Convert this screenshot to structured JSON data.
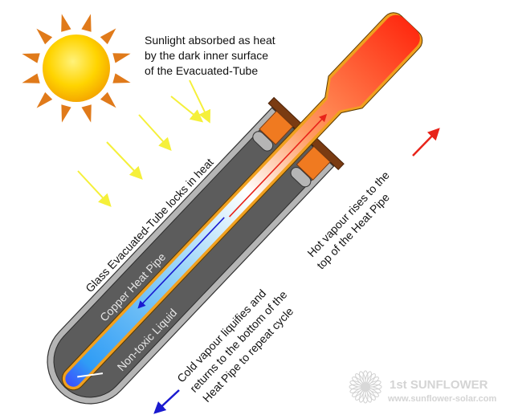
{
  "sun_caption": [
    "Sunlight absorbed as heat",
    "by the dark inner surface",
    "of the Evacuated-Tube"
  ],
  "labels": {
    "glass_tube": "Glass Evacuated-Tube locks in heat",
    "copper_pipe": "Copper Heat Pipe",
    "liquid": "Non-toxic Liquid",
    "hot_vapour": [
      "Hot vapour rises to the",
      "top of the Heat Pipe"
    ],
    "cold_vapour": [
      "Cold vapour liquifies and",
      "returns to the bottom of the",
      "Heat Pipe to repeat cycle"
    ]
  },
  "logo": {
    "brand": "1st SUNFLOWER",
    "url": "www.sunflower-solar.com"
  },
  "colors": {
    "sun": "#ffd400",
    "ray": "#e07a1a",
    "glass": "#b5b5b5",
    "absorber": "#5c5c5c",
    "copper": "#f0a020",
    "hot": "#ff3b1a",
    "cold": "#2a8cff",
    "manifold": "#7a3b12",
    "block": "#f07a20",
    "sun_arrow": "#f5f03a"
  }
}
